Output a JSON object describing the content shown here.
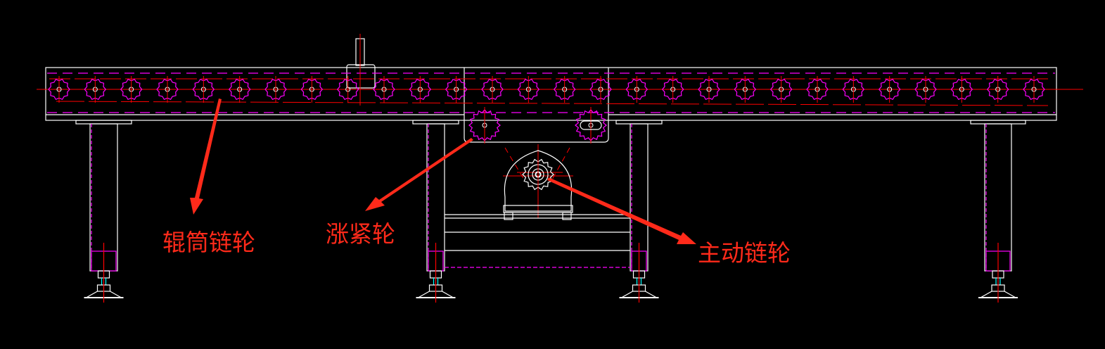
{
  "labels": {
    "roller_sprocket": "辊筒链轮",
    "tension_sprocket": "涨紧轮",
    "drive_sprocket": "主动链轮"
  },
  "colors": {
    "background": "#000000",
    "outline": "#ffffff",
    "hidden": "#ff00ff",
    "centerline": "#ff0000",
    "annotation": "#ff2a1a",
    "accent": "#00ffff"
  },
  "roller_count": 28
}
